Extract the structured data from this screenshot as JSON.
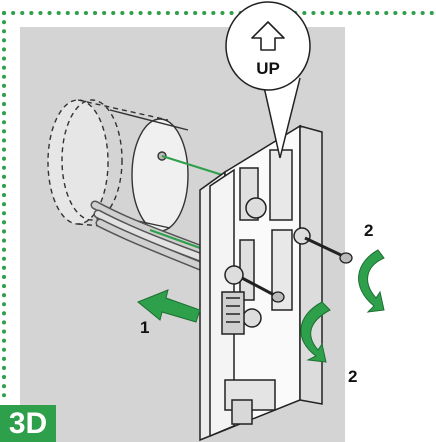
{
  "step_label": "3D",
  "up_label": "UP",
  "callouts": {
    "step1": "1",
    "step2_top": "2",
    "step2_bottom": "2"
  },
  "colors": {
    "background_panel": "#d4d4d4",
    "border_dots": "#2e9f4a",
    "badge": "#2e9f4a",
    "arrow_green": "#2e9f4a",
    "wire_green": "#2e9f4a"
  },
  "icons": [
    "up-arrow-icon",
    "push-arrow-icon",
    "rotate-arrow-icon"
  ]
}
